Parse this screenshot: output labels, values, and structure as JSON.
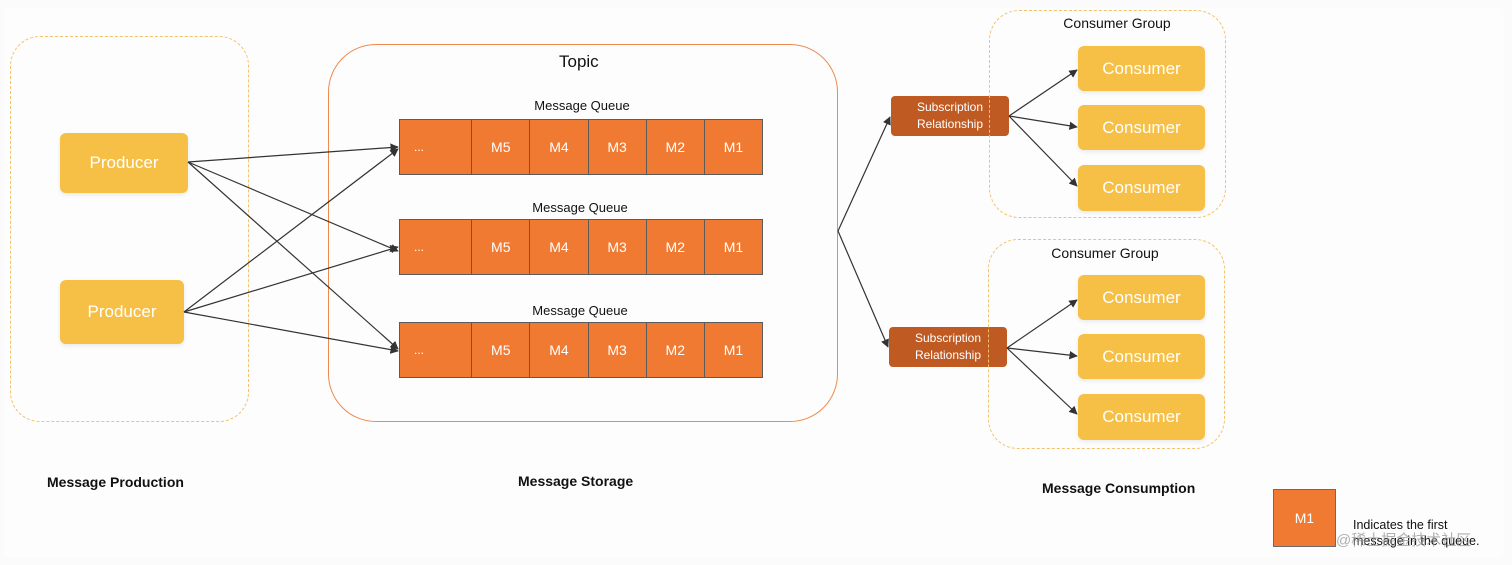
{
  "production": {
    "producers": [
      "Producer",
      "Producer"
    ],
    "section_label": "Message Production"
  },
  "storage": {
    "topic_title": "Topic",
    "queues": [
      {
        "label": "Message Queue",
        "cells": [
          "...",
          "M5",
          "M4",
          "M3",
          "M2",
          "M1"
        ]
      },
      {
        "label": "Message Queue",
        "cells": [
          "...",
          "M5",
          "M4",
          "M3",
          "M2",
          "M1"
        ]
      },
      {
        "label": "Message Queue",
        "cells": [
          "...",
          "M5",
          "M4",
          "M3",
          "M2",
          "M1"
        ]
      }
    ],
    "section_label": "Message Storage"
  },
  "consumption": {
    "subscriptions": [
      {
        "line1": "Subscription",
        "line2": "Relationship"
      },
      {
        "line1": "Subscription",
        "line2": "Relationship"
      }
    ],
    "groups": [
      {
        "title": "Consumer Group",
        "consumers": [
          "Consumer",
          "Consumer",
          "Consumer"
        ]
      },
      {
        "title": "Consumer Group",
        "consumers": [
          "Consumer",
          "Consumer",
          "Consumer"
        ]
      }
    ],
    "section_label": "Message Consumption"
  },
  "legend": {
    "box_label": "M1",
    "text_line1": "Indicates the first",
    "text_line2": "message in the queue."
  },
  "watermark": "@稀土掘金技术社区",
  "colors": {
    "yellow": "#f6bf45",
    "orange": "#f07a32",
    "subscription": "#bf5a22",
    "dashed": "#f5c26b"
  }
}
